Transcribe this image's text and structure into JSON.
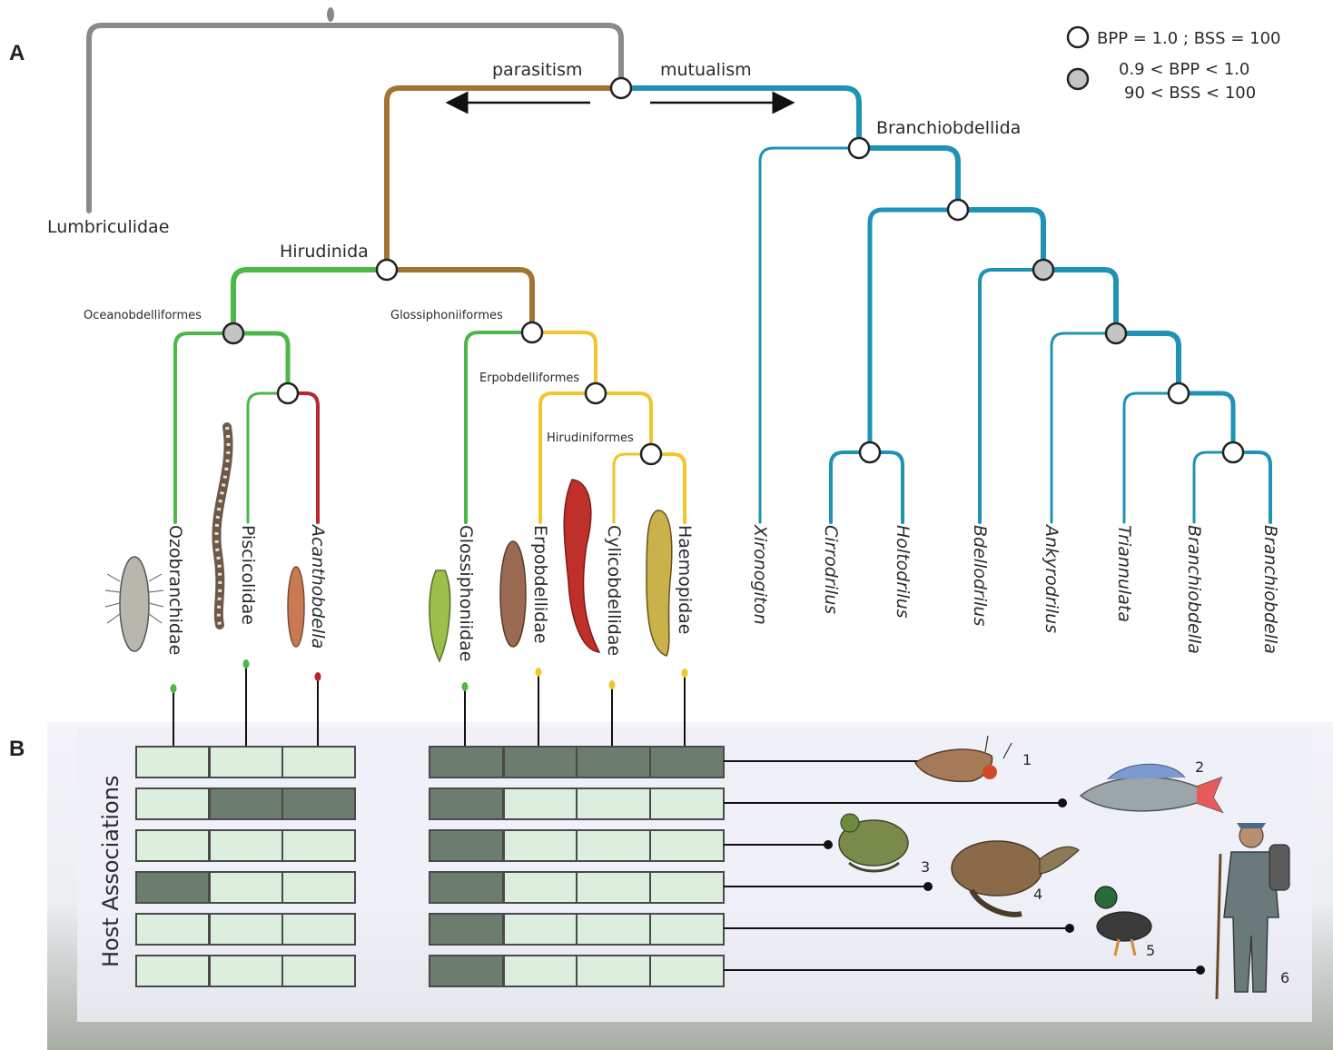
{
  "panels": {
    "a": "A",
    "b": "B"
  },
  "legend": {
    "full_support": "BPP = 1.0 ; BSS = 100",
    "partial_line1": "0.9 < BPP < 1.0",
    "partial_line2": "90 < BSS < 100"
  },
  "arrows": {
    "left": "parasitism",
    "right": "mutualism"
  },
  "clades": {
    "outgroup": "Lumbriculidae",
    "hirudinida": "Hirudinida",
    "branchiobdellida": "Branchiobdellida",
    "oceanobdelliformes": "Oceanobdelliformes",
    "glossiphoniiformes": "Glossiphoniiformes",
    "erpobdelliformes": "Erpobdelliformes",
    "hirudiniformes": "Hirudiniformes"
  },
  "taxa": [
    {
      "name": "Ozobranchidae",
      "italic": false
    },
    {
      "name": "Piscicolidae",
      "italic": false
    },
    {
      "name": "Acanthobdella",
      "italic": true
    },
    {
      "name": "Glossiphoniidae",
      "italic": false
    },
    {
      "name": "Erpobdellidae",
      "italic": false
    },
    {
      "name": "Cylicobdellidae",
      "italic": false
    },
    {
      "name": "Haemopidae",
      "italic": false
    },
    {
      "name": "Xironogiton",
      "italic": true
    },
    {
      "name": "Cirrodrilus",
      "italic": true
    },
    {
      "name": "Holtodrilus",
      "italic": true
    },
    {
      "name": "Bdellodrilus",
      "italic": true
    },
    {
      "name": "Ankyrodrilus",
      "italic": true
    },
    {
      "name": "Triannulata",
      "italic": true
    },
    {
      "name": "Branchiobdella",
      "italic": true
    },
    {
      "name": "Branchiobdella",
      "italic": true
    }
  ],
  "host_associations": {
    "title": "Host Associations",
    "left_block": [
      [
        0,
        0,
        0
      ],
      [
        0,
        1,
        1
      ],
      [
        0,
        0,
        0
      ],
      [
        1,
        0,
        0
      ],
      [
        0,
        0,
        0
      ],
      [
        0,
        0,
        0
      ]
    ],
    "right_block": [
      [
        1,
        1,
        1,
        1
      ],
      [
        1,
        0,
        0,
        0
      ],
      [
        1,
        0,
        0,
        0
      ],
      [
        1,
        0,
        0,
        0
      ],
      [
        1,
        0,
        0,
        0
      ],
      [
        1,
        0,
        0,
        0
      ]
    ],
    "host_numbers": [
      "1",
      "2",
      "3",
      "4",
      "5",
      "6"
    ]
  },
  "colors": {
    "outgroup": "#8a8a8a",
    "parasitism": "#a07432",
    "mutualism": "#1f93b5",
    "green": "#4cb848",
    "yellow": "#f2c52a",
    "red": "#b8272e"
  }
}
